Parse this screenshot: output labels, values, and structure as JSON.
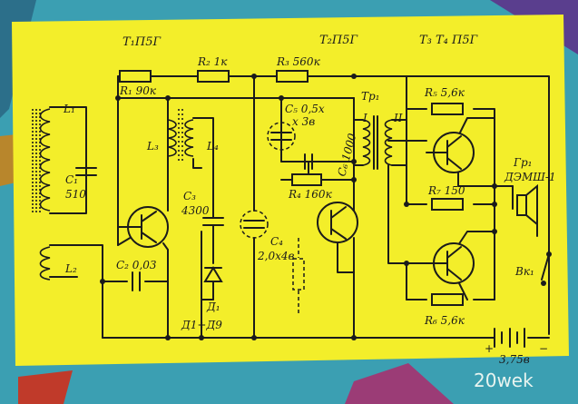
{
  "colors": {
    "background": "#3b9fb2",
    "panel": "#f3ee2a",
    "ink": "#1b1b1b"
  },
  "headers": {
    "t1": "T₁П5Г",
    "t2": "T₂П5Г",
    "t34": "T₃ T₄ П5Г"
  },
  "labels": {
    "L1": "L₁",
    "C1": "C₁",
    "C1v": "510",
    "L2": "L₂",
    "C2": "C₂ 0,03",
    "R1": "R₁ 90к",
    "R2": "R₂ 1к",
    "R3": "R₃ 560к",
    "L3": "L₃",
    "L4": "L₄",
    "C3": "C₃",
    "C3v": "4300",
    "D1": "Д₁",
    "D1type": "Д1÷Д9",
    "C5": "C₅ 0,5х",
    "C5v": "х 3в",
    "C6": "C₆ 1000",
    "R4": "R₄ 160к",
    "C4": "C₄",
    "C4v": "2,0х4в",
    "Tp1": "Tp₁",
    "I": "I",
    "II": "II",
    "R5": "R₅ 5,6к",
    "R7": "R₇ 150",
    "R6": "R₆ 5,6к",
    "Gr1": "Гр₁",
    "Gr1type": "ДЭМШ-1",
    "Vk1": "Вк₁",
    "batt": "3,75в",
    "plus": "+",
    "minus": "−"
  },
  "watermark": "20wek"
}
